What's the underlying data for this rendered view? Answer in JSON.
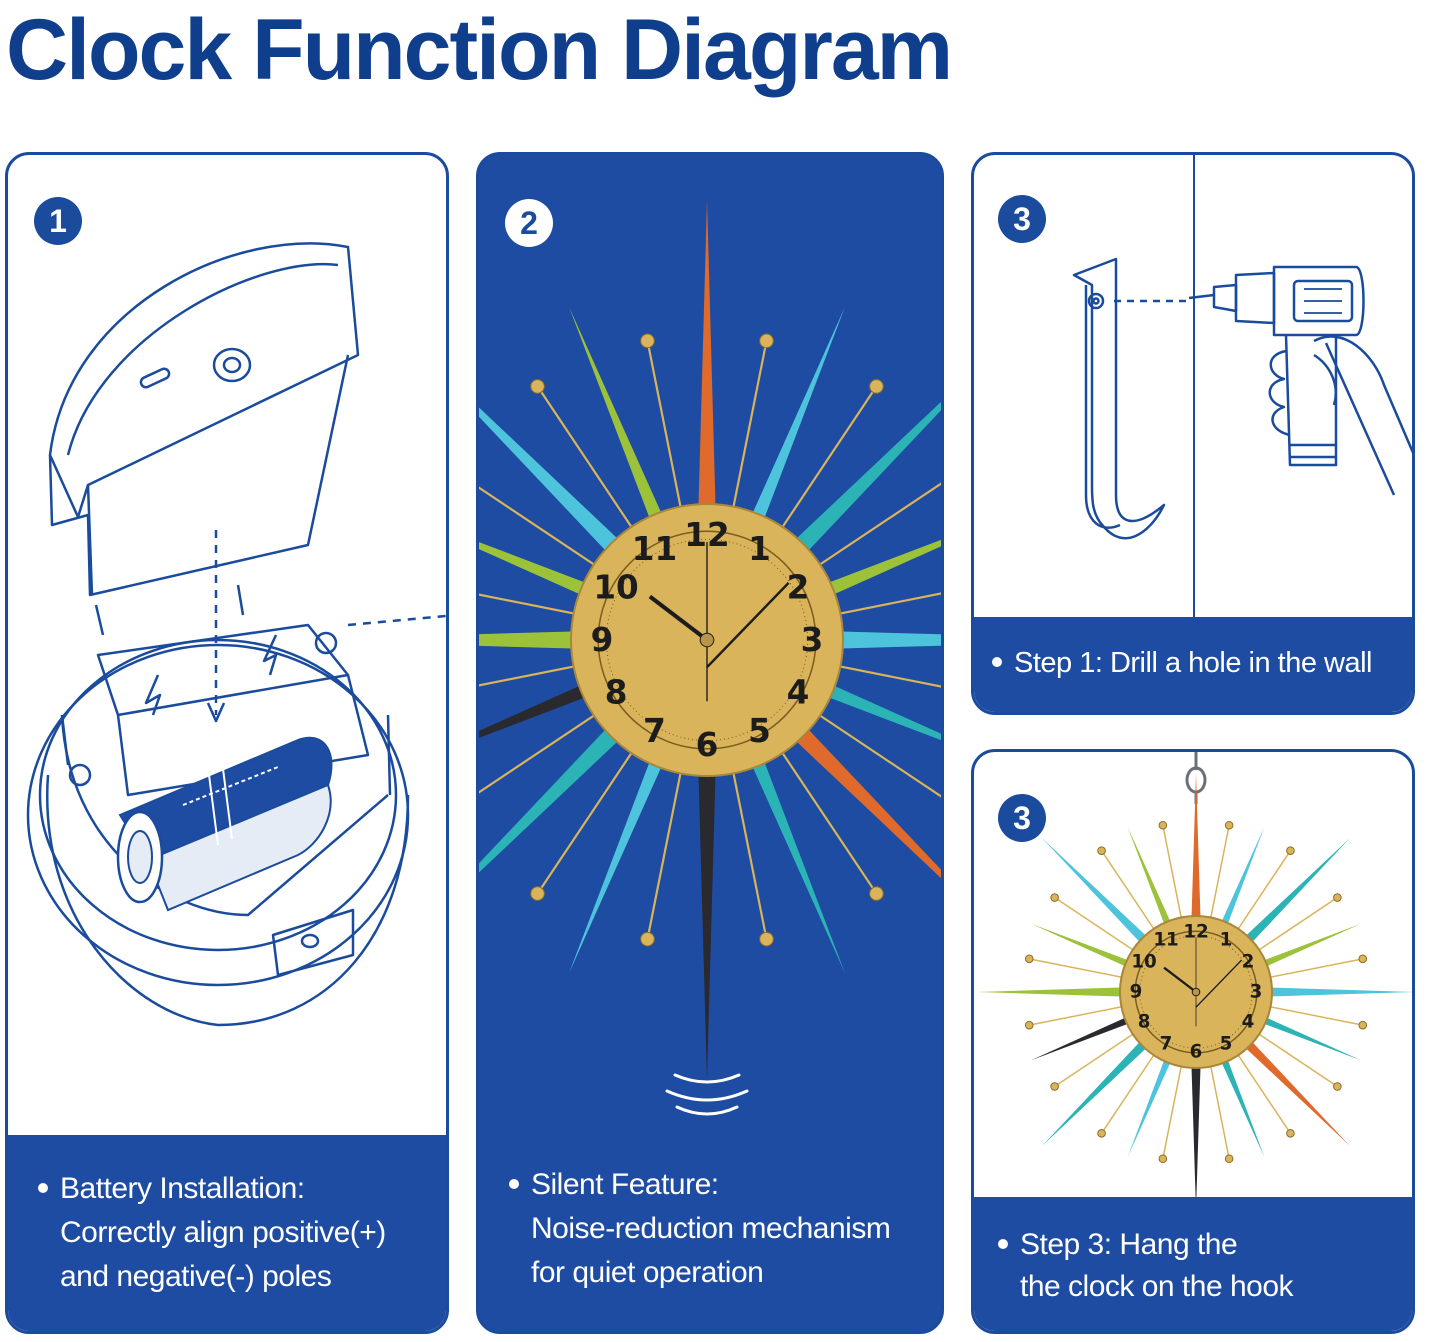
{
  "title": "Clock Function Diagram",
  "panels": [
    {
      "badge": "1",
      "lines": [
        "Battery Installation:",
        "Correctly align positive(+)",
        "and negative(-) poles"
      ]
    },
    {
      "badge": "2",
      "lines": [
        "Silent Feature:",
        "Noise-reduction mechanism",
        "for quiet operation"
      ]
    },
    {
      "badge": "3",
      "lines": [
        "Step 1: Drill a hole in the wall"
      ]
    },
    {
      "badge": "3",
      "lines": [
        "Step 3: Hang the",
        "the clock on the hook"
      ]
    }
  ],
  "clock_numerals": [
    "12",
    "1",
    "2",
    "3",
    "4",
    "5",
    "6",
    "7",
    "8",
    "9",
    "10",
    "11"
  ],
  "colors": {
    "brand_blue": "#1e4ca2",
    "navy": "#1a4b9c",
    "gold": "#d9b45a",
    "teal": "#2bb3b6",
    "cyan": "#4ec3dc",
    "lime": "#9cc23a",
    "orange": "#e06a2c",
    "black": "#2a2a2e"
  },
  "icons": [
    "battery-icon",
    "wall-hook-icon",
    "drill-icon",
    "sunburst-clock-icon",
    "sound-waves-icon"
  ]
}
